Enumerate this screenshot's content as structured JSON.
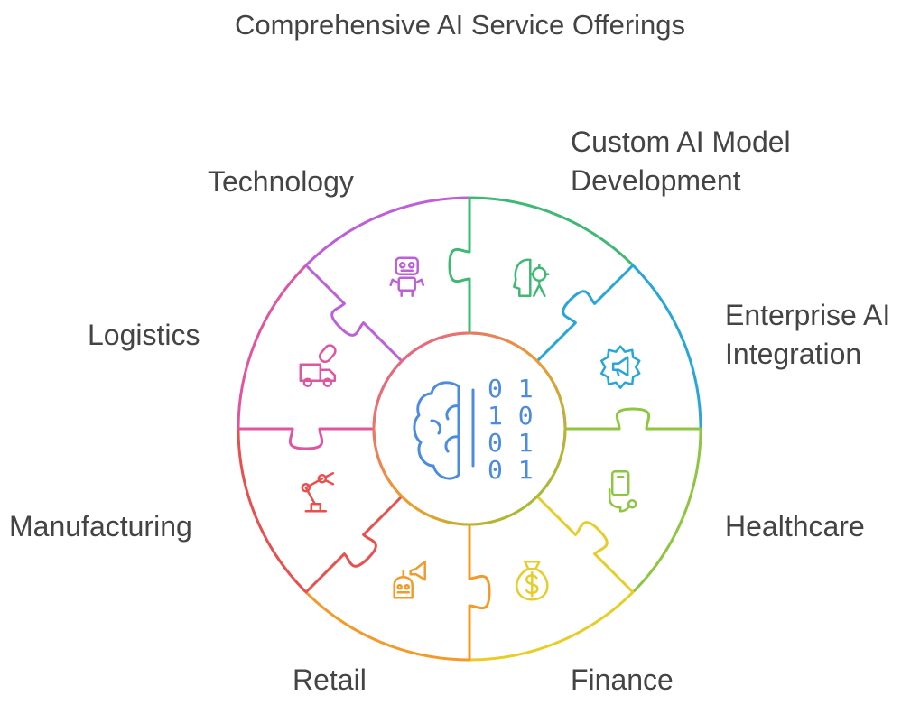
{
  "title": "Comprehensive AI Service Offerings",
  "segments": [
    {
      "label": "Custom AI Model Development",
      "color": "#3fb873",
      "icon": "ai-head-gear-icon"
    },
    {
      "label": "Enterprise AI Integration",
      "color": "#29a6d8",
      "icon": "megaphone-gear-icon"
    },
    {
      "label": "Healthcare",
      "color": "#8ec63f",
      "icon": "stethoscope-phone-icon"
    },
    {
      "label": "Finance",
      "color": "#e8cd28",
      "icon": "money-bag-icon"
    },
    {
      "label": "Retail",
      "color": "#f39a2b",
      "icon": "robot-megaphone-icon"
    },
    {
      "label": "Manufacturing",
      "color": "#e8504e",
      "icon": "robotic-arm-icon"
    },
    {
      "label": "Logistics",
      "color": "#e0559f",
      "icon": "delivery-truck-icon"
    },
    {
      "label": "Technology",
      "color": "#bd5fd8",
      "icon": "robot-icon"
    }
  ],
  "center": {
    "digits": [
      "0 1",
      "1 0",
      "0 1",
      "0 1"
    ],
    "color": "#4b8be0",
    "icon": "brain-binary-icon"
  }
}
